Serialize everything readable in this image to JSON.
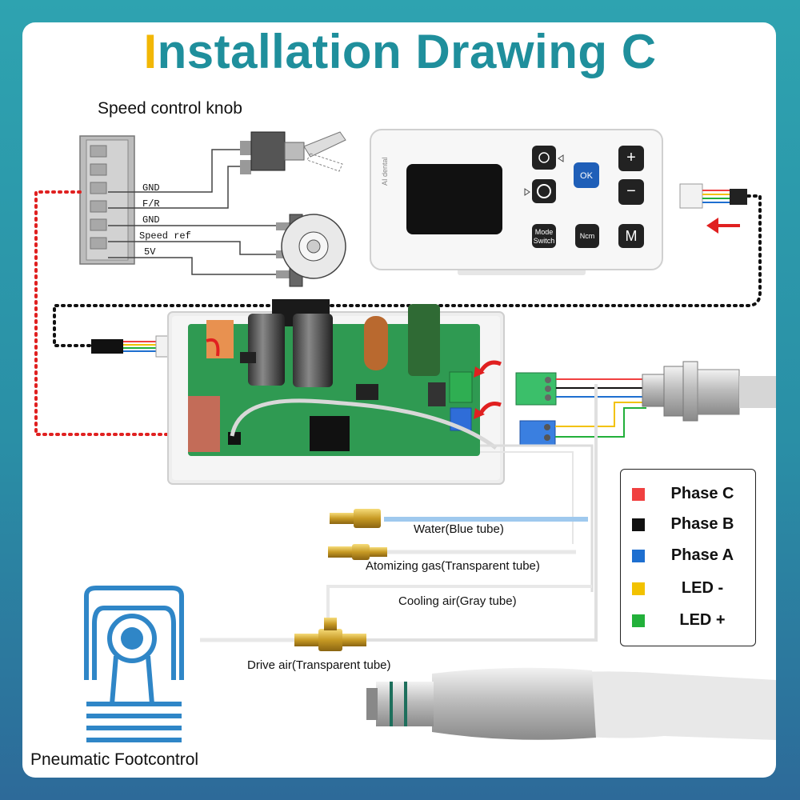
{
  "title": {
    "first_letter": "I",
    "rest": "nstallation Drawing C"
  },
  "knob": {
    "label": "Speed control knob",
    "pins": [
      "GND",
      "F/R",
      "GND",
      "Speed ref",
      "5V"
    ]
  },
  "controller": {
    "brand": "AI dental",
    "buttons": {
      "ok": "OK",
      "mode_1": "Mode",
      "mode_2": "Switch",
      "ncm": "Ncm",
      "m": "M",
      "plus": "+",
      "minus": "−"
    }
  },
  "tubes": {
    "water": "Water(Blue tube)",
    "atomizing": "Atomizing gas(Transparent tube)",
    "cooling": "Cooling air(Gray tube)",
    "drive": "Drive air(Transparent tube)"
  },
  "footcontrol": {
    "label": "Pneumatic  Footcontrol"
  },
  "legend": [
    {
      "label": "Phase C",
      "color": "#f04040"
    },
    {
      "label": "Phase B",
      "color": "#111111"
    },
    {
      "label": "Phase A",
      "color": "#1e6fd0"
    },
    {
      "label": "LED -",
      "color": "#f2c200"
    },
    {
      "label": "LED +",
      "color": "#22b03a"
    }
  ],
  "colors": {
    "accent_title": "#1f8f9c",
    "title_first": "#f2b705",
    "pcb": "#2f9a52",
    "arrow": "#e02020"
  }
}
